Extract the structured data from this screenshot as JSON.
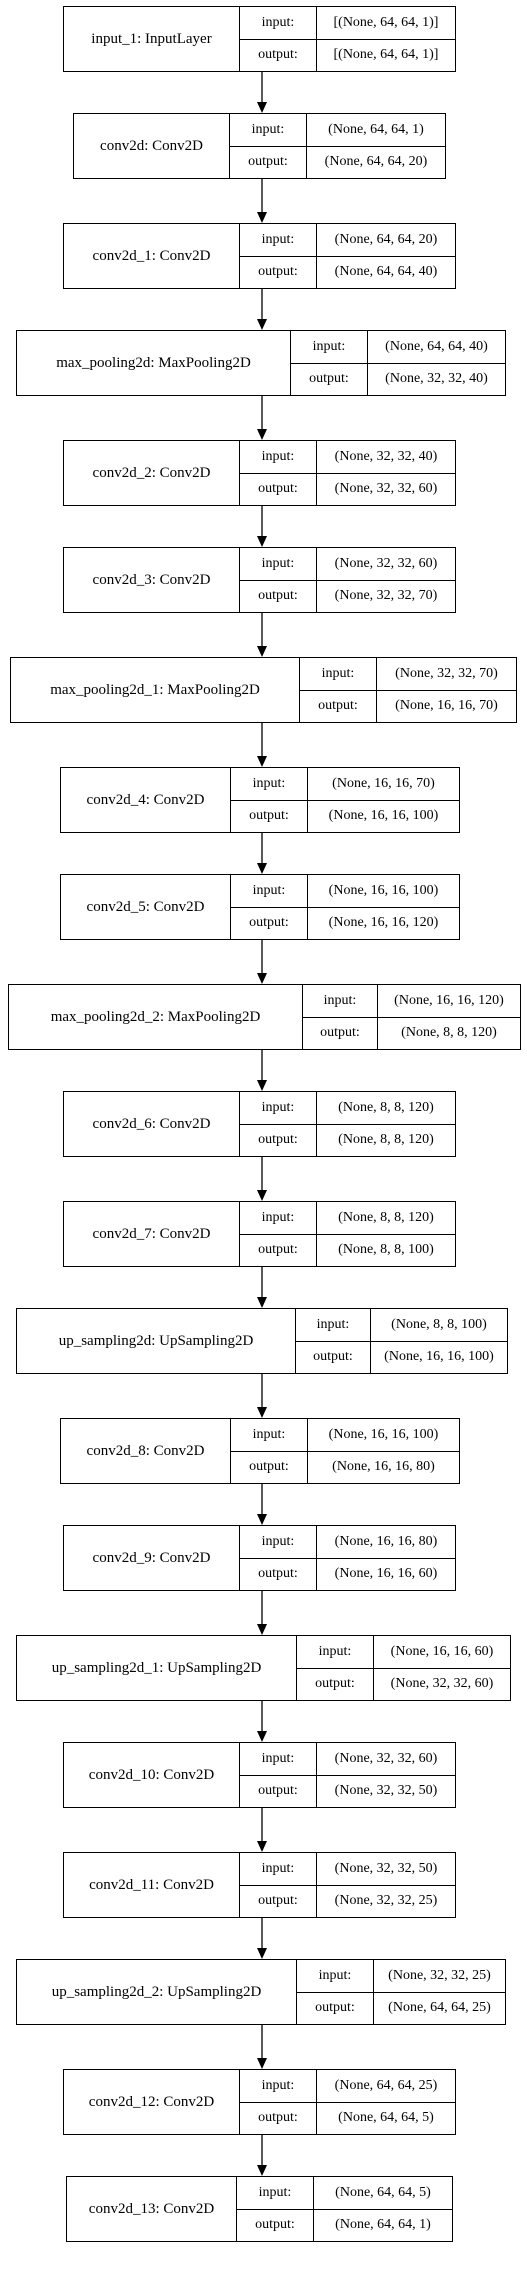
{
  "nodes": [
    {
      "name": "input_1: InputLayer",
      "in_label": "input:",
      "in": "[(None, 64, 64, 1)]",
      "out_label": "output:",
      "out": "[(None, 64, 64, 1)]"
    },
    {
      "name": "conv2d: Conv2D",
      "in_label": "input:",
      "in": "(None, 64, 64, 1)",
      "out_label": "output:",
      "out": "(None, 64, 64, 20)"
    },
    {
      "name": "conv2d_1: Conv2D",
      "in_label": "input:",
      "in": "(None, 64, 64, 20)",
      "out_label": "output:",
      "out": "(None, 64, 64, 40)"
    },
    {
      "name": "max_pooling2d: MaxPooling2D",
      "in_label": "input:",
      "in": "(None, 64, 64, 40)",
      "out_label": "output:",
      "out": "(None, 32, 32, 40)"
    },
    {
      "name": "conv2d_2: Conv2D",
      "in_label": "input:",
      "in": "(None, 32, 32, 40)",
      "out_label": "output:",
      "out": "(None, 32, 32, 60)"
    },
    {
      "name": "conv2d_3: Conv2D",
      "in_label": "input:",
      "in": "(None, 32, 32, 60)",
      "out_label": "output:",
      "out": "(None, 32, 32, 70)"
    },
    {
      "name": "max_pooling2d_1: MaxPooling2D",
      "in_label": "input:",
      "in": "(None, 32, 32, 70)",
      "out_label": "output:",
      "out": "(None, 16, 16, 70)"
    },
    {
      "name": "conv2d_4: Conv2D",
      "in_label": "input:",
      "in": "(None, 16, 16, 70)",
      "out_label": "output:",
      "out": "(None, 16, 16, 100)"
    },
    {
      "name": "conv2d_5: Conv2D",
      "in_label": "input:",
      "in": "(None, 16, 16, 100)",
      "out_label": "output:",
      "out": "(None, 16, 16, 120)"
    },
    {
      "name": "max_pooling2d_2: MaxPooling2D",
      "in_label": "input:",
      "in": "(None, 16, 16, 120)",
      "out_label": "output:",
      "out": "(None, 8, 8, 120)"
    },
    {
      "name": "conv2d_6: Conv2D",
      "in_label": "input:",
      "in": "(None, 8, 8, 120)",
      "out_label": "output:",
      "out": "(None, 8, 8, 120)"
    },
    {
      "name": "conv2d_7: Conv2D",
      "in_label": "input:",
      "in": "(None, 8, 8, 120)",
      "out_label": "output:",
      "out": "(None, 8, 8, 100)"
    },
    {
      "name": "up_sampling2d: UpSampling2D",
      "in_label": "input:",
      "in": "(None, 8, 8, 100)",
      "out_label": "output:",
      "out": "(None, 16, 16, 100)"
    },
    {
      "name": "conv2d_8: Conv2D",
      "in_label": "input:",
      "in": "(None, 16, 16, 100)",
      "out_label": "output:",
      "out": "(None, 16, 16, 80)"
    },
    {
      "name": "conv2d_9: Conv2D",
      "in_label": "input:",
      "in": "(None, 16, 16, 80)",
      "out_label": "output:",
      "out": "(None, 16, 16, 60)"
    },
    {
      "name": "up_sampling2d_1: UpSampling2D",
      "in_label": "input:",
      "in": "(None, 16, 16, 60)",
      "out_label": "output:",
      "out": "(None, 32, 32, 60)"
    },
    {
      "name": "conv2d_10: Conv2D",
      "in_label": "input:",
      "in": "(None, 32, 32, 60)",
      "out_label": "output:",
      "out": "(None, 32, 32, 50)"
    },
    {
      "name": "conv2d_11: Conv2D",
      "in_label": "input:",
      "in": "(None, 32, 32, 50)",
      "out_label": "output:",
      "out": "(None, 32, 32, 25)"
    },
    {
      "name": "up_sampling2d_2: UpSampling2D",
      "in_label": "input:",
      "in": "(None, 32, 32, 25)",
      "out_label": "output:",
      "out": "(None, 64, 64, 25)"
    },
    {
      "name": "conv2d_12: Conv2D",
      "in_label": "input:",
      "in": "(None, 64, 64, 25)",
      "out_label": "output:",
      "out": "(None, 64, 64, 5)"
    },
    {
      "name": "conv2d_13: Conv2D",
      "in_label": "input:",
      "in": "(None, 64, 64, 5)",
      "out_label": "output:",
      "out": "(None, 64, 64, 1)"
    }
  ]
}
